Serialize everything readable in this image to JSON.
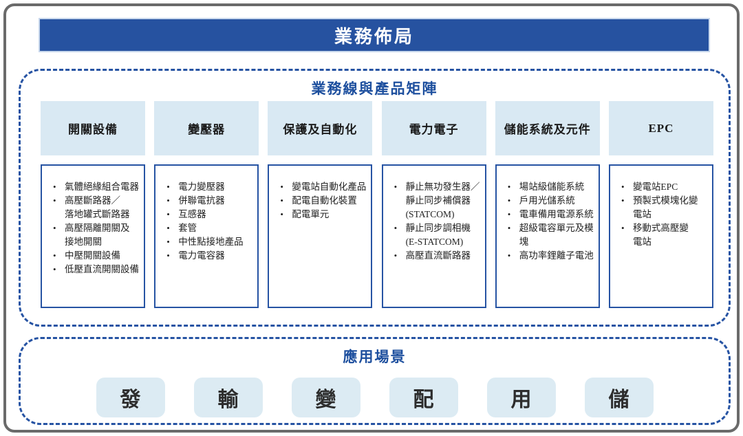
{
  "banner": {
    "title": "業務佈局"
  },
  "matrix": {
    "title": "業務線與產品矩陣",
    "columns": [
      {
        "header": "開關設備",
        "items": [
          "氣體絕緣組合電器",
          "高壓斷路器／\n落地罐式斷路器",
          "高壓隔離開關及\n接地開關",
          "中壓開關設備",
          "低壓直流開關設備"
        ]
      },
      {
        "header": "變壓器",
        "items": [
          "電力變壓器",
          "併聯電抗器",
          "互感器",
          "套管",
          "中性點接地產品",
          "電力電容器"
        ]
      },
      {
        "header": "保護及自動化",
        "items": [
          "變電站自動化產品",
          "配電自動化裝置",
          "配電單元"
        ]
      },
      {
        "header": "電力電子",
        "items": [
          "靜止無功發生器／\n靜止同步補償器\n(STATCOM)",
          "靜止同步調相機\n(E-STATCOM)",
          "高壓直流斷路器"
        ]
      },
      {
        "header": "儲能系統及元件",
        "items": [
          "場站級儲能系統",
          "戶用光儲系統",
          "電車備用電源系統",
          "超級電容單元及模塊",
          "高功率鋰離子電池"
        ]
      },
      {
        "header": "EPC",
        "items": [
          "變電站EPC",
          "預製式模塊化變\n電站",
          "移動式高壓變\n電站"
        ]
      }
    ]
  },
  "scenarios": {
    "title": "應用場景",
    "items": [
      "發",
      "輸",
      "變",
      "配",
      "用",
      "儲"
    ]
  },
  "colors": {
    "banner-blue": "#2652a0",
    "border-blue": "#2653a3",
    "light-blue": "#d9e9f3",
    "scenario-blue": "#dcebf3",
    "title-blue": "#1d4f9e",
    "frame-gray": "#6a6a6a",
    "text-dark": "#222222"
  }
}
